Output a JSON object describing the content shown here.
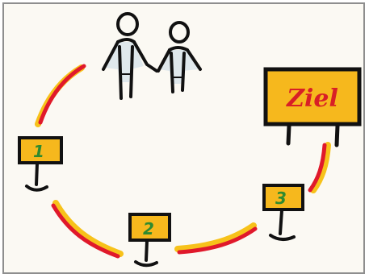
{
  "diagram": {
    "goal_sign": {
      "label": "Ziel"
    },
    "milestones": [
      {
        "number": "1"
      },
      {
        "number": "2"
      },
      {
        "number": "3"
      }
    ],
    "people": {
      "count": 2
    },
    "colors": {
      "path_red": "#e0192b",
      "path_yellow": "#f7c21a",
      "sign_fill": "#f6b81d",
      "outline": "#111111",
      "number_green": "#2f8a2f",
      "goal_text": "#d81f26",
      "frame_border": "#8e8e8e",
      "paper": "#fbf9f3"
    },
    "icons": [
      "person-icon",
      "signpost-icon",
      "goal-sign-icon"
    ]
  }
}
